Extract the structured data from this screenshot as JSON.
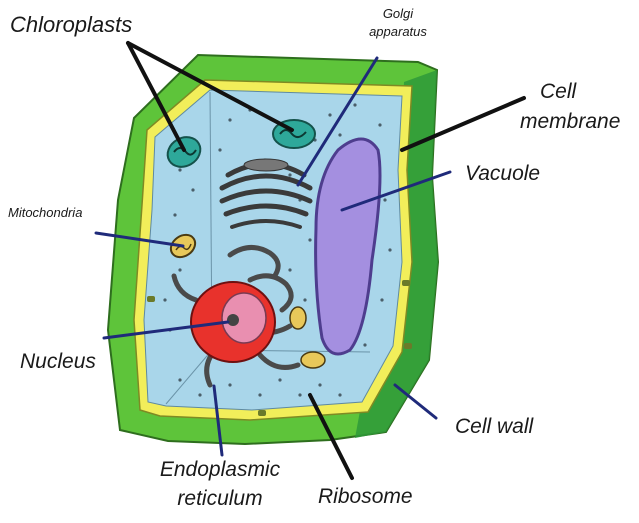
{
  "labels": {
    "chloroplasts": "Chloroplasts",
    "golgi_line1": "Golgi",
    "golgi_line2": "apparatus",
    "cell_membrane_line1": "Cell",
    "cell_membrane_line2": "membrane",
    "vacuole": "Vacuole",
    "mitochondria": "Mitochondria",
    "nucleus": "Nucleus",
    "cell_wall": "Cell wall",
    "er_line1": "Endoplasmic",
    "er_line2": "reticulum",
    "ribosome": "Ribosome"
  },
  "colors": {
    "cell_wall_outer": "#5ec43a",
    "cell_wall_shadow": "#2e9a3a",
    "membrane": "#f2ee5a",
    "cytoplasm": "#a9d6ea",
    "vacuole": "#a48fe0",
    "nucleus": "#e8322c",
    "nucleolus": "#e98fb0",
    "pointer_dark": "#111111",
    "pointer_blue": "#1f2a7a"
  }
}
